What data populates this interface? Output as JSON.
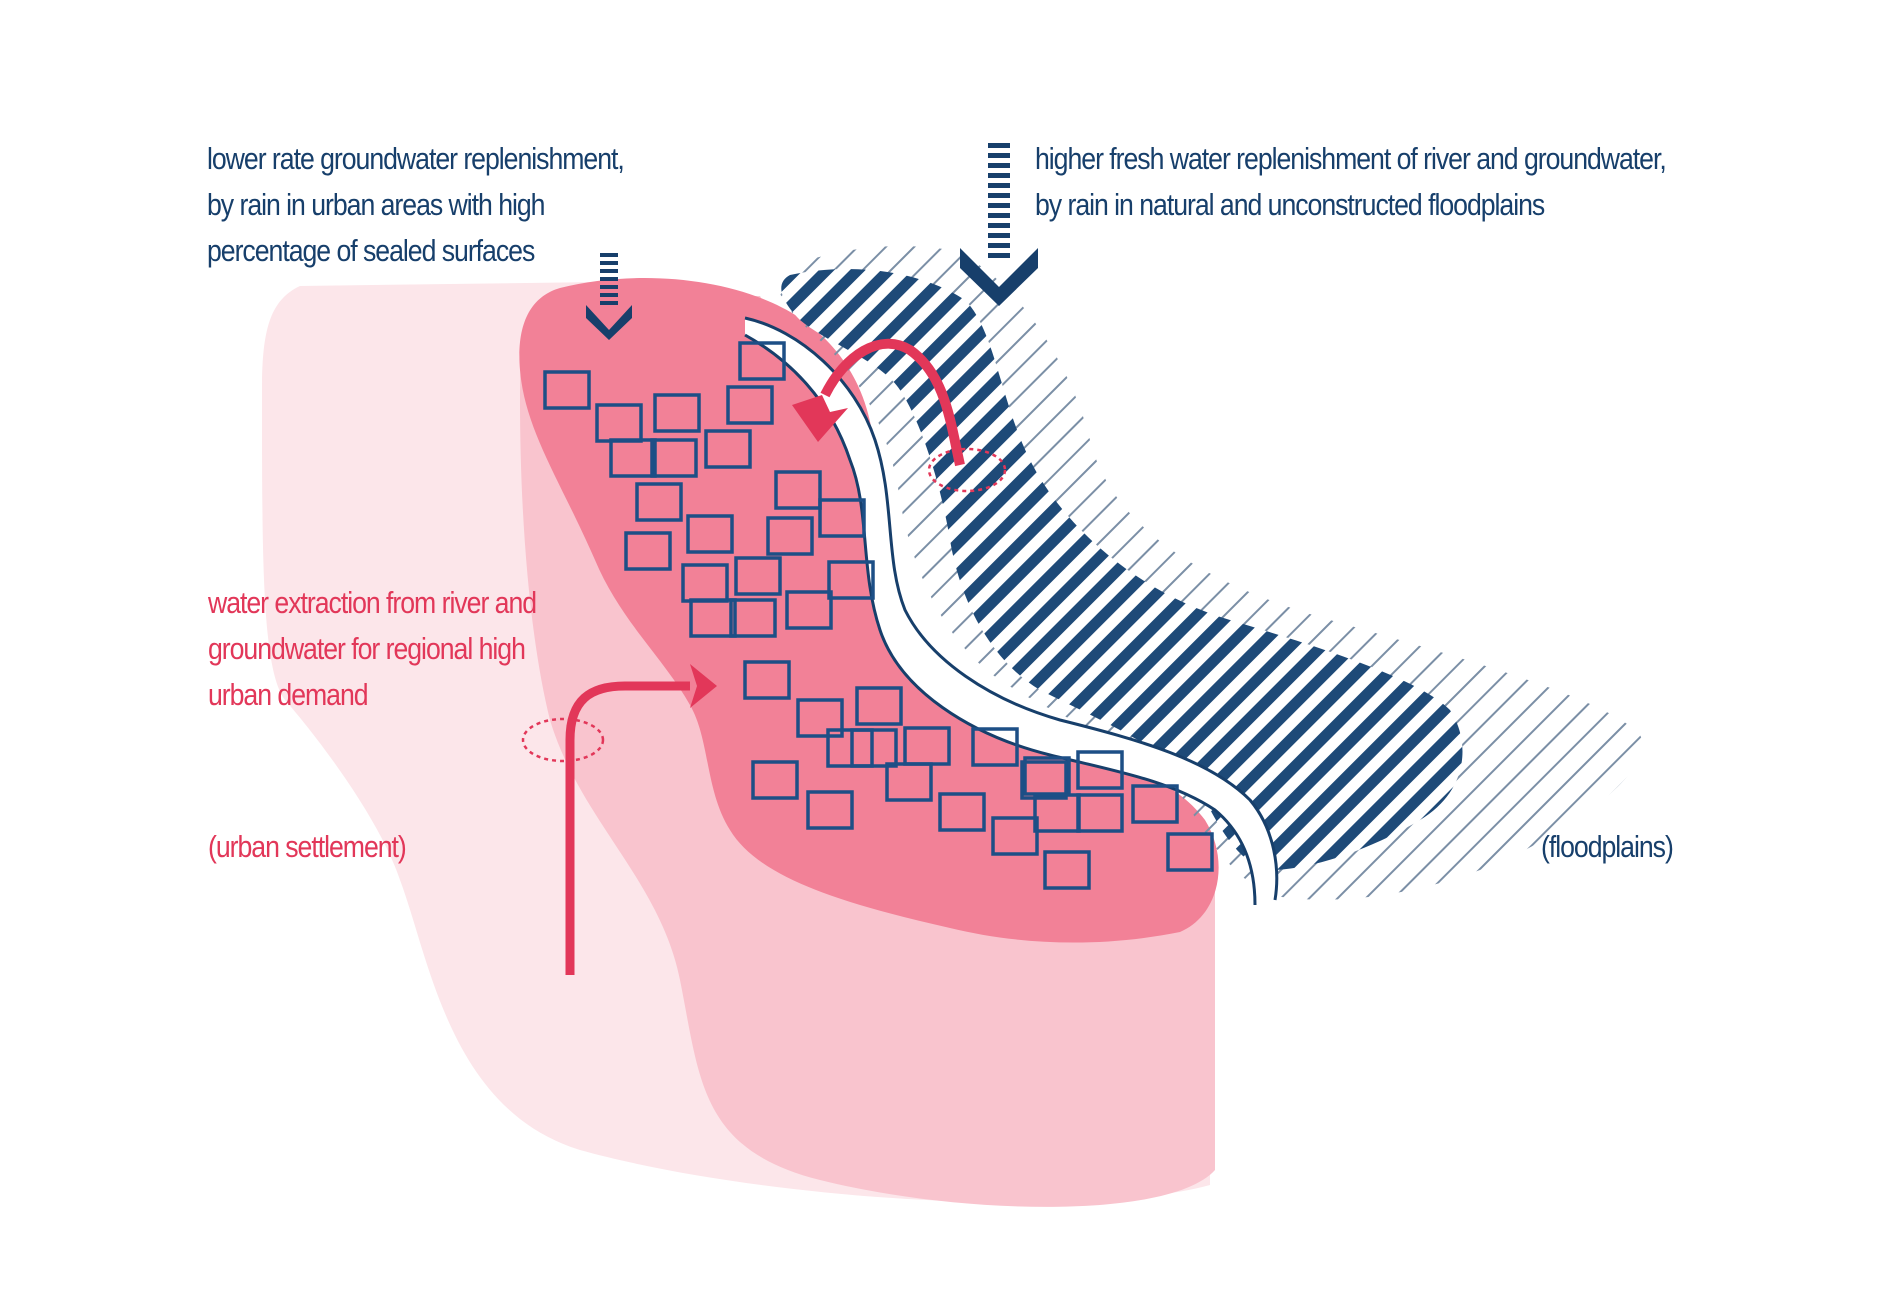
{
  "colors": {
    "urban_light": "#fce6ea",
    "urban_mid": "#f9c4ce",
    "urban_core": "#f28197",
    "accent_red": "#e23759",
    "water_blue": "#173f6b",
    "hatch_blue": "#1e4a78",
    "background": "#ffffff"
  },
  "labels": {
    "lower_replenishment": [
      "lower rate groundwater replenishment,",
      "by rain in urban areas with high",
      "percentage of sealed surfaces"
    ],
    "higher_replenishment": [
      "higher fresh water replenishment of river and groundwater,",
      "by rain in natural and unconstructed floodplains"
    ],
    "water_extraction": [
      "water extraction from river and",
      "groundwater for regional high",
      "urban demand"
    ],
    "urban_settlement": "(urban settlement)",
    "floodplains": "(floodplains)"
  },
  "icons": [
    "rain-arrow-small-icon",
    "rain-arrow-large-icon",
    "extraction-arrow-icon",
    "infiltration-arrow-icon"
  ]
}
